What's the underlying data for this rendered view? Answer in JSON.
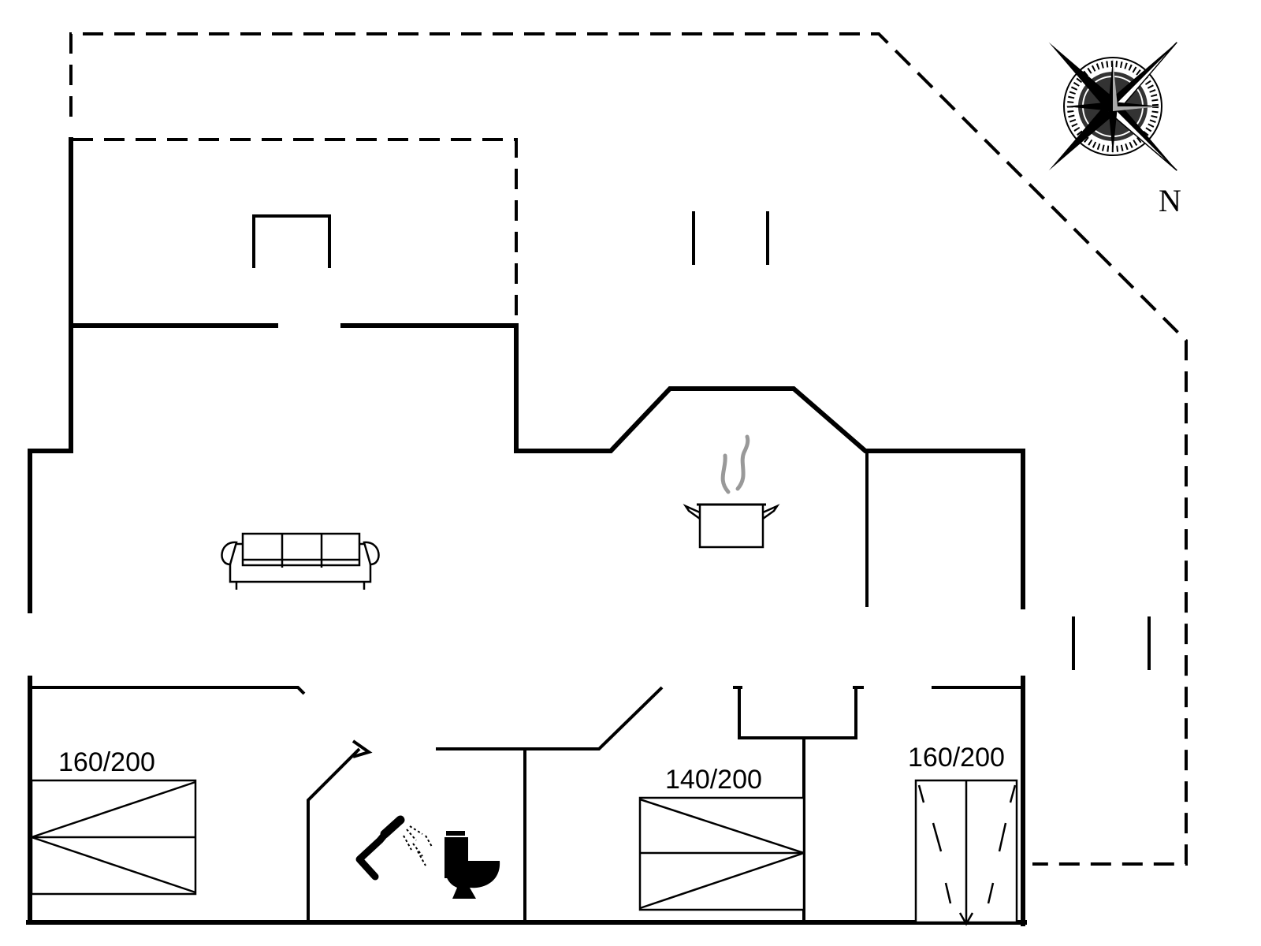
{
  "compass": {
    "label": "N"
  },
  "beds": [
    {
      "id": "bed-left",
      "size": "160/200"
    },
    {
      "id": "bed-middle",
      "size": "140/200"
    },
    {
      "id": "bed-right",
      "size": "160/200"
    }
  ],
  "icons": [
    "compass-rose-icon",
    "sofa-icon",
    "cooking-pot-icon",
    "shower-icon",
    "toilet-icon"
  ]
}
